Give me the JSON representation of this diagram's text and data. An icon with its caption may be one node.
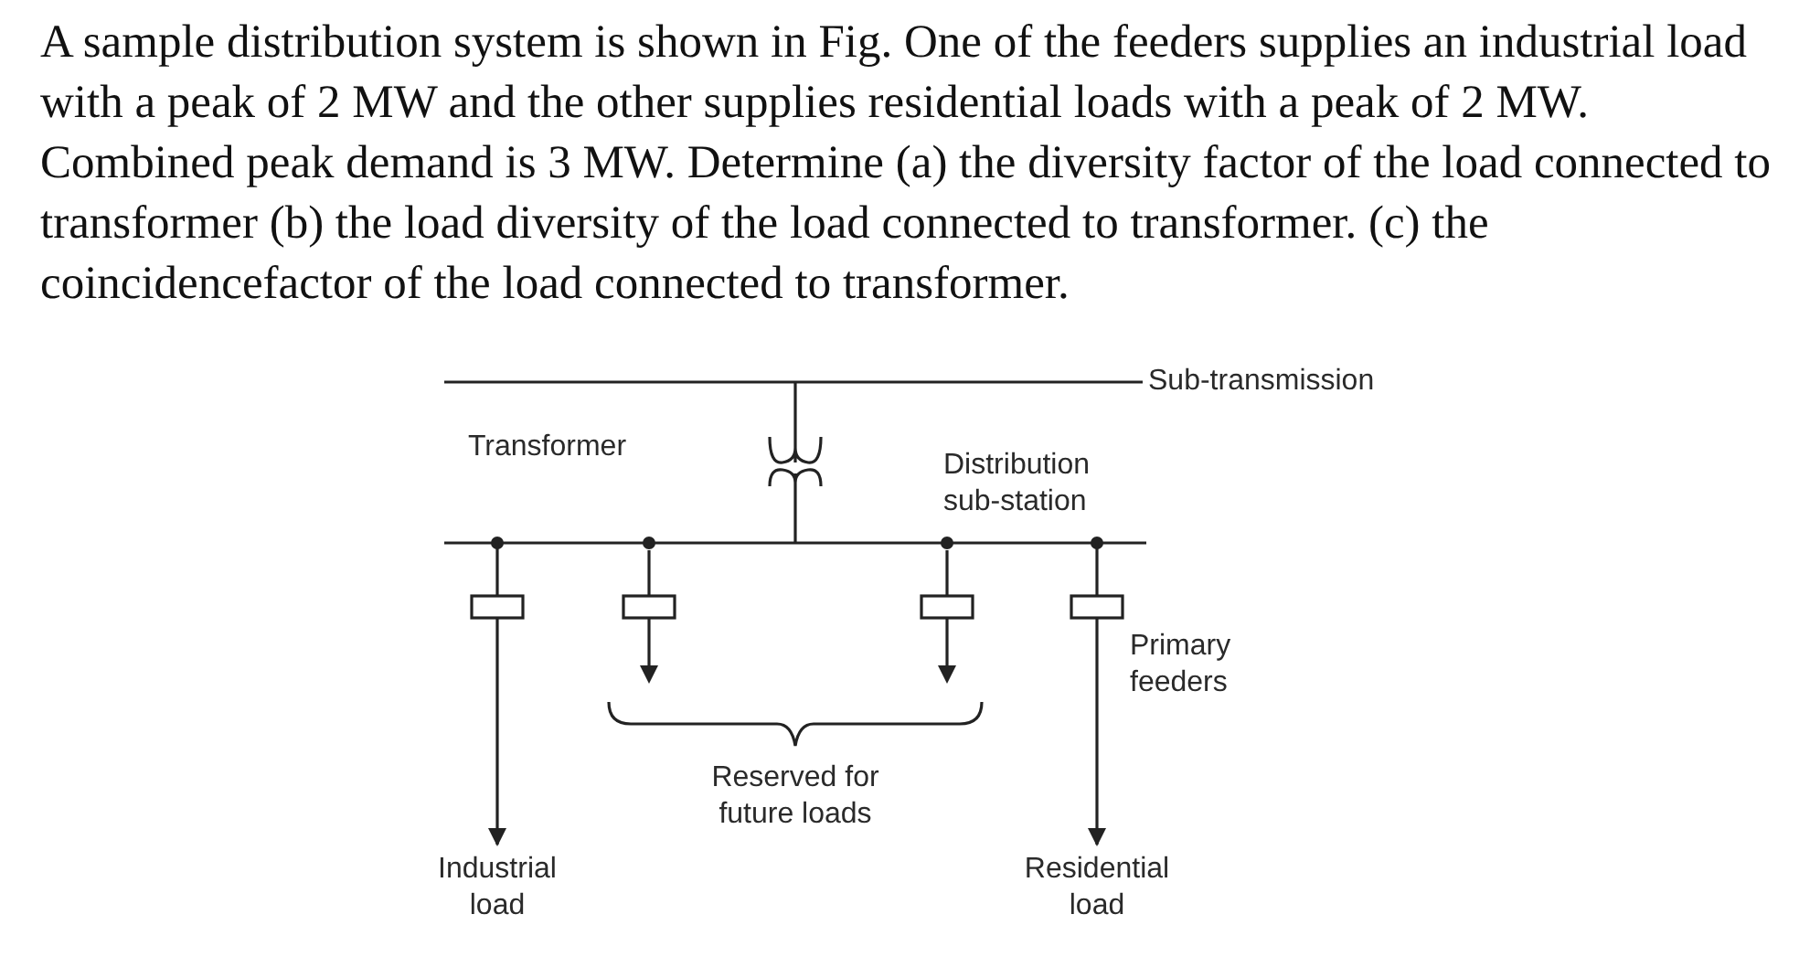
{
  "diagram": {
    "title": "A sample distribution system is shown in Fig. One of the feeders supplies an industrial load with a peak of 2 MW and the other supplies residential loads with a peak of 2 MW. Combined peak demand is 3 MW. Determine (a) the diversity factor of the load connected to transformer (b) the load diversity of the load connected to transformer. (c) the coincidencefactor of the load connected to transformer.",
    "nodes": [
      {
        "text": [
          "Industrial load"
        ]
      },
      {
        "text": [
          "Residential load"
        ]
      }
    ],
    "edges": [
      {
        "from": null,
        "to": 0,
        "arrow": "to"
      },
      {
        "from": null,
        "to": 1,
        "arrow": "to"
      }
    ],
    "labels": [
      "Sub-transmission",
      "Transformer",
      "Distribution sub-station",
      "Primary feeders",
      "Reserved for future loads"
    ]
  }
}
